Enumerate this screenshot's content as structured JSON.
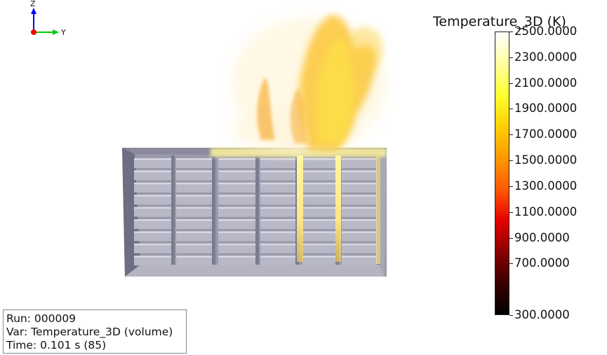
{
  "axes_triad": {
    "z_label": "Z",
    "y_label": "Y",
    "z_color": "#0000ff",
    "y_color": "#00cc00",
    "x_color": "#ff0000"
  },
  "colorbar": {
    "title": "Temperature_3D (K)",
    "min": 300,
    "max": 2500,
    "ticks": [
      {
        "value": 2500,
        "label": "2500.0000"
      },
      {
        "value": 2300,
        "label": "2300.0000"
      },
      {
        "value": 2100,
        "label": "2100.0000"
      },
      {
        "value": 1900,
        "label": "1900.0000"
      },
      {
        "value": 1700,
        "label": "1700.0000"
      },
      {
        "value": 1500,
        "label": "1500.0000"
      },
      {
        "value": 1300,
        "label": "1300.0000"
      },
      {
        "value": 1100,
        "label": "1100.0000"
      },
      {
        "value": 900,
        "label": "900.0000"
      },
      {
        "value": 700,
        "label": "700.0000"
      },
      {
        "value": 300,
        "label": "300.0000"
      }
    ],
    "colormap": [
      "#000000",
      "#3a0000",
      "#8a0000",
      "#e60000",
      "#ff5a00",
      "#ff9a00",
      "#ffd000",
      "#ffff30",
      "#ffffa0",
      "#ffffff"
    ]
  },
  "info": {
    "run": "Run: 000009",
    "var": "Var: Temperature_3D (volume)",
    "time": "Time: 0.101 s (85)"
  }
}
